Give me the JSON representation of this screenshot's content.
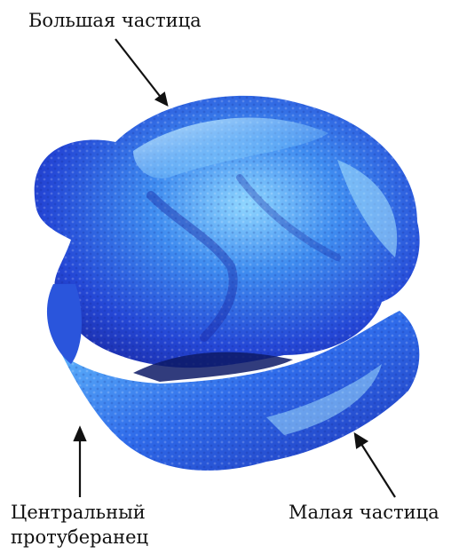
{
  "labels": {
    "large_subunit": "Большая частица",
    "central_protuberance_line1": "Центральный",
    "central_protuberance_line2": "протуберанец",
    "small_subunit": "Малая частица"
  },
  "colors": {
    "background": "#ffffff",
    "structure_dark": "#1f2fc4",
    "structure_mid": "#2f6bea",
    "structure_light": "#5ec0ff",
    "highlight": "#a9e8ff",
    "arrow": "#111111"
  },
  "icons": {
    "structure": "ribosome-surface-illustration"
  }
}
